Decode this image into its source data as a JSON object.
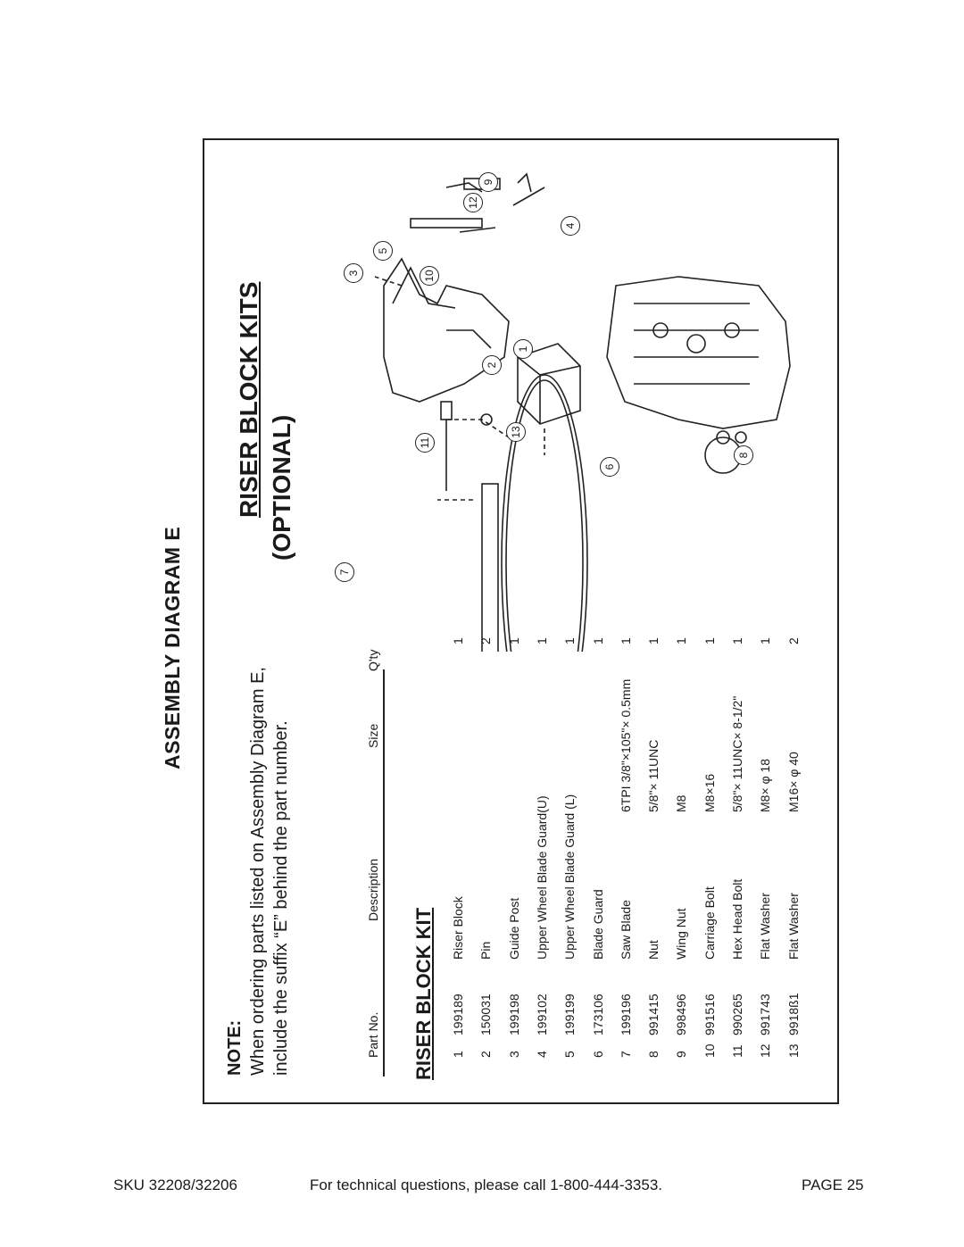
{
  "title": "ASSEMBLY DIAGRAM E",
  "note": {
    "heading": "NOTE:",
    "line1": "When ordering parts listed on Assembly Diagram E,",
    "line2": "include the suffix  “E” behind the part number."
  },
  "kit_title": "RISER  BLOCK  KIT",
  "columns": {
    "part": "Part  No.",
    "description": "Description",
    "size": "Size",
    "qty": "Q'ty"
  },
  "parts": [
    {
      "no": "1",
      "part": "199189",
      "desc": "Riser  Block",
      "size": "",
      "qty": "1"
    },
    {
      "no": "2",
      "part": "150031",
      "desc": "Pin",
      "size": "",
      "qty": "2"
    },
    {
      "no": "3",
      "part": "199198",
      "desc": "Guide  Post",
      "size": "",
      "qty": "1"
    },
    {
      "no": "4",
      "part": "199102",
      "desc": "Upper  Wheel  Blade  Guard(U)",
      "size": "",
      "qty": "1"
    },
    {
      "no": "5",
      "part": "199199",
      "desc": "Upper  Wheel  Blade  Guard (L)",
      "size": "",
      "qty": "1"
    },
    {
      "no": "6",
      "part": "173106",
      "desc": "Blade  Guard",
      "size": "",
      "qty": "1"
    },
    {
      "no": "7",
      "part": "199196",
      "desc": "Saw  Blade",
      "size": "6TPI  3/8\"×105\"× 0.5mm",
      "qty": "1"
    },
    {
      "no": "8",
      "part": "991415",
      "desc": "Nut",
      "size": "5/8\"× 11UNC",
      "qty": "1"
    },
    {
      "no": "9",
      "part": "998496",
      "desc": "Wing  Nut",
      "size": "M8",
      "qty": "1"
    },
    {
      "no": "10",
      "part": "991516",
      "desc": "Carriage  Bolt",
      "size": "M8×16",
      "qty": "1"
    },
    {
      "no": "11",
      "part": "990265",
      "desc": "Hex  Head  Bolt",
      "size": "5/8\"× 11UNC× 8-1/2\"",
      "qty": "1"
    },
    {
      "no": "12",
      "part": "991743",
      "desc": "Flat  Washer",
      "size": "M8× φ 18",
      "qty": "1"
    },
    {
      "no": "13",
      "part": "9918ß1",
      "desc": "Flat  Washer",
      "size": "M16× φ 40",
      "qty": "2"
    }
  ],
  "riser_kits": {
    "line1": "RISER  BLOCK  KITS",
    "line2": "(OPTIONAL)"
  },
  "callouts": [
    "1",
    "2",
    "3",
    "4",
    "5",
    "6",
    "7",
    "8",
    "9",
    "10",
    "11",
    "12",
    "13"
  ],
  "footer": {
    "sku": "SKU  32208/32206",
    "tech": "For technical questions, please call 1-800-444-3353.",
    "page": "PAGE 25"
  }
}
